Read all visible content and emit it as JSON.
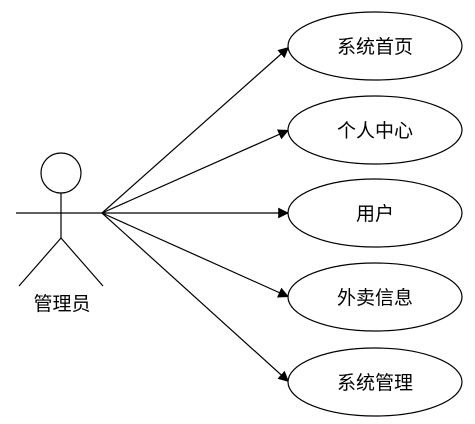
{
  "actor": {
    "label": "管理员"
  },
  "use_cases": [
    {
      "id": "uc-1",
      "label": "系统首页"
    },
    {
      "id": "uc-2",
      "label": "个人中心"
    },
    {
      "id": "uc-3",
      "label": "用户"
    },
    {
      "id": "uc-4",
      "label": "外卖信息"
    },
    {
      "id": "uc-5",
      "label": "系统管理"
    }
  ],
  "colors": {
    "line": "#000000",
    "background": "#ffffff"
  }
}
